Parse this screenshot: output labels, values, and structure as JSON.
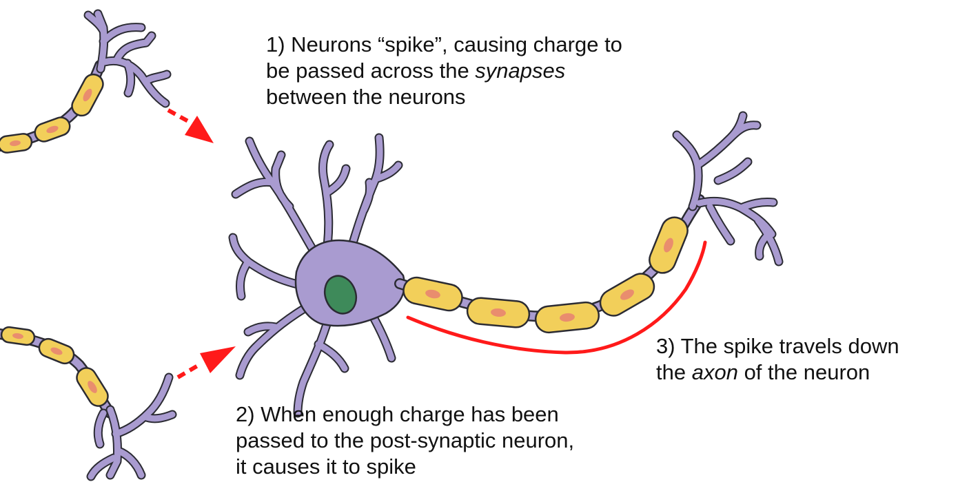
{
  "captions": {
    "step1": {
      "line1": "1) Neurons “spike”, causing charge to",
      "line2_pre": "be passed across the ",
      "line2_em": "synapses",
      "line3": "between the neurons"
    },
    "step2": {
      "line1": "2) When enough charge has been",
      "line2": "passed to the post-synaptic neuron,",
      "line3": "it causes it to spike"
    },
    "step3": {
      "line1": "3) The spike travels down",
      "line2_pre": "the ",
      "line2_em": "axon",
      "line2_post": " of the neuron"
    }
  },
  "colors": {
    "cell_body": "#a99bd0",
    "outline": "#2b2b33",
    "myelin": "#f2cf5a",
    "myelin_nucleus": "#e98d6e",
    "nucleus": "#3e8a5a",
    "arrow": "#ff1a1a"
  }
}
